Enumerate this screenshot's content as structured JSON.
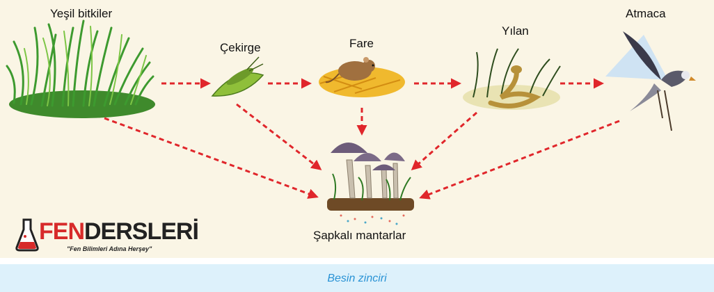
{
  "organisms": {
    "green_plants": "Yeşil bitkiler",
    "grasshopper": "Çekirge",
    "mouse": "Fare",
    "snake": "Yılan",
    "hawk": "Atmaca",
    "mushrooms": "Şapkalı mantarlar"
  },
  "logo": {
    "brand_left": "FEN",
    "brand_right": "DERSLERİ",
    "tagline": "\"Fen Bilimleri Adına Herşey\""
  },
  "caption": "Besin zinciri",
  "colors": {
    "arrow": "#e0262b",
    "caption_text": "#2a93d5",
    "caption_bar": "#ddf1fb",
    "panel": "#faf5e5"
  }
}
